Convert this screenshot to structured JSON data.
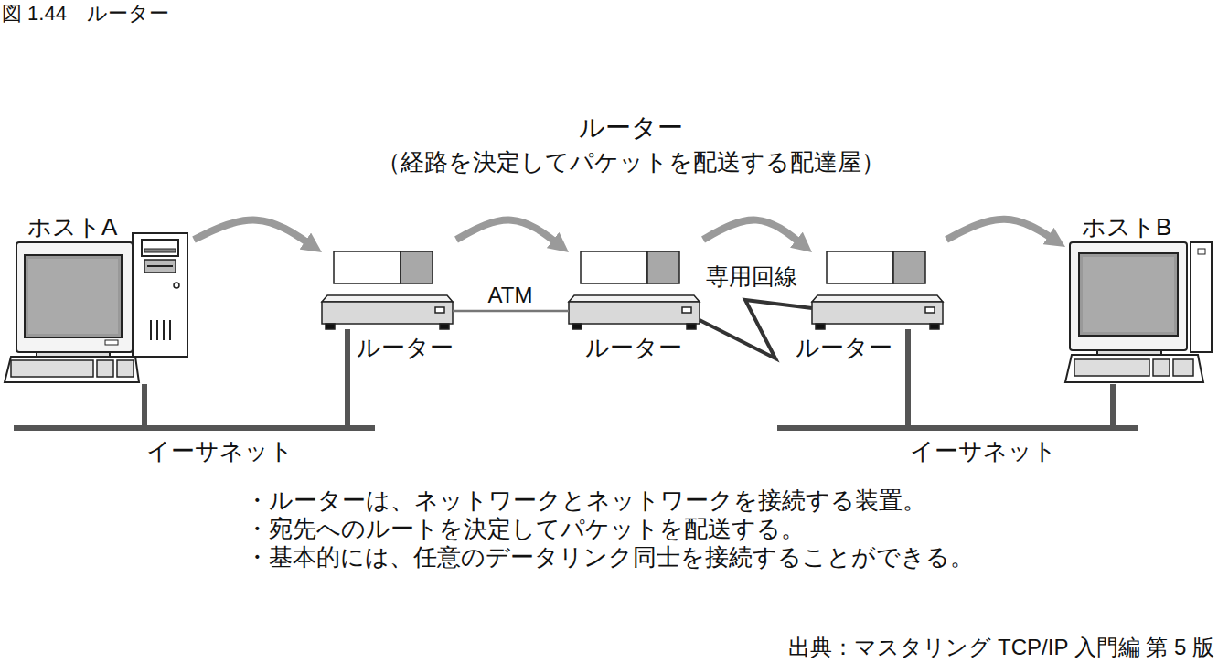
{
  "diagram": {
    "title": "図 1.44　ルーター",
    "nodes": [
      {
        "text": [
          "ホストA"
        ]
      },
      {
        "text": [
          "ルーター"
        ]
      },
      {
        "text": [
          "ルーター"
        ]
      },
      {
        "text": [
          "ルーター"
        ]
      },
      {
        "text": [
          "ホストB"
        ]
      }
    ],
    "edges": [
      {
        "from": 0,
        "to": 1,
        "arrow": "to"
      },
      {
        "from": 1,
        "to": 2,
        "arrow": "to"
      },
      {
        "from": 2,
        "to": 3,
        "arrow": "to"
      },
      {
        "from": 3,
        "to": 4,
        "arrow": "to"
      },
      {
        "from": 1,
        "to": 2,
        "label": "ATM",
        "arrow": "none"
      },
      {
        "from": 2,
        "to": 3,
        "label": "専用回線",
        "arrow": "none"
      },
      {
        "from": 0,
        "to": 1,
        "label": "イーサネット",
        "arrow": "none"
      },
      {
        "from": 3,
        "to": 4,
        "label": "イーサネット",
        "arrow": "none"
      }
    ],
    "labels": [
      "ルーター",
      "（経路を決定してパケットを配送する配達屋）",
      "・ルーターは、ネットワークとネットワークを接続する装置。",
      "・宛先へのルートを決定してパケットを配送する。",
      "・基本的には、任意のデータリンク同士を接続することができる。",
      "出典：マスタリング TCP/IP 入門編 第 5 版"
    ]
  }
}
